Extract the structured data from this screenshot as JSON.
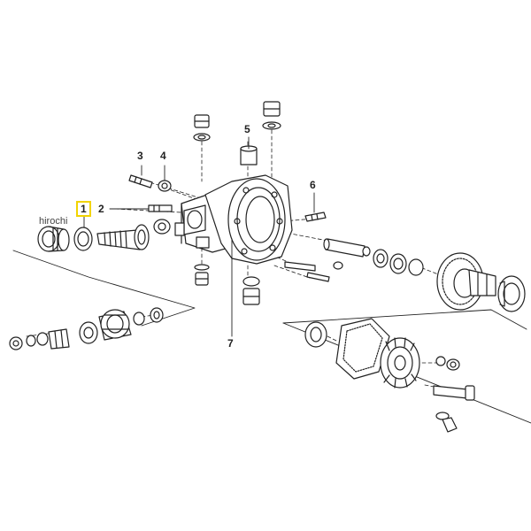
{
  "labels": {
    "l1": "1",
    "l2": "2",
    "l3": "3",
    "l4": "4",
    "l5": "5",
    "l6": "6",
    "l7": "7"
  },
  "watermark": "hirochi",
  "colors": {
    "ink": "#222222",
    "highlight": "#f2d400"
  }
}
